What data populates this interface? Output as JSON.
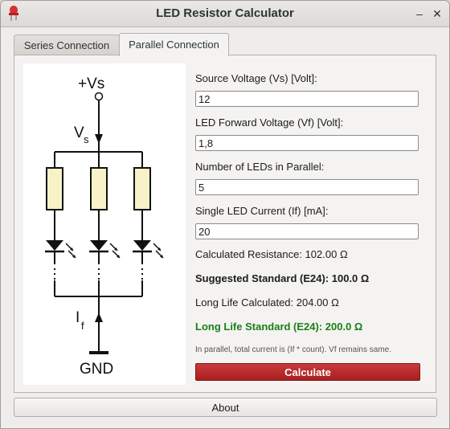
{
  "window": {
    "title": "LED Resistor Calculator",
    "minimize_glyph": "–",
    "close_glyph": "✕"
  },
  "tabs": [
    {
      "label": "Series Connection",
      "active": false
    },
    {
      "label": "Parallel Connection",
      "active": true
    }
  ],
  "diagram": {
    "vs_top": "+Vs",
    "vs_arrow": "V",
    "vs_sub": "s",
    "if_arrow": "I",
    "if_sub": "f",
    "gnd": "GND"
  },
  "form": {
    "source_voltage_label": "Source Voltage (Vs) [Volt]:",
    "source_voltage_value": "12",
    "forward_voltage_label": "LED Forward Voltage (Vf) [Volt]:",
    "forward_voltage_value": "1,8",
    "num_leds_label": "Number of LEDs in Parallel:",
    "num_leds_value": "5",
    "led_current_label": "Single LED Current (If) [mA]:",
    "led_current_value": "20"
  },
  "results": {
    "calculated_resistance": "Calculated Resistance: 102.00 Ω",
    "suggested_standard": "Suggested Standard (E24): 100.0 Ω",
    "long_life_calculated": "Long Life Calculated: 204.00 Ω",
    "long_life_standard": "Long Life Standard (E24): 200.0 Ω",
    "note": "In parallel, total current is (If * count). Vf remains same."
  },
  "buttons": {
    "calculate": "Calculate",
    "about": "About"
  },
  "colors": {
    "calculate_button": "#b82c2c",
    "long_life_standard_text": "#1a7f14",
    "resistor_fill": "#f8f2c8"
  }
}
